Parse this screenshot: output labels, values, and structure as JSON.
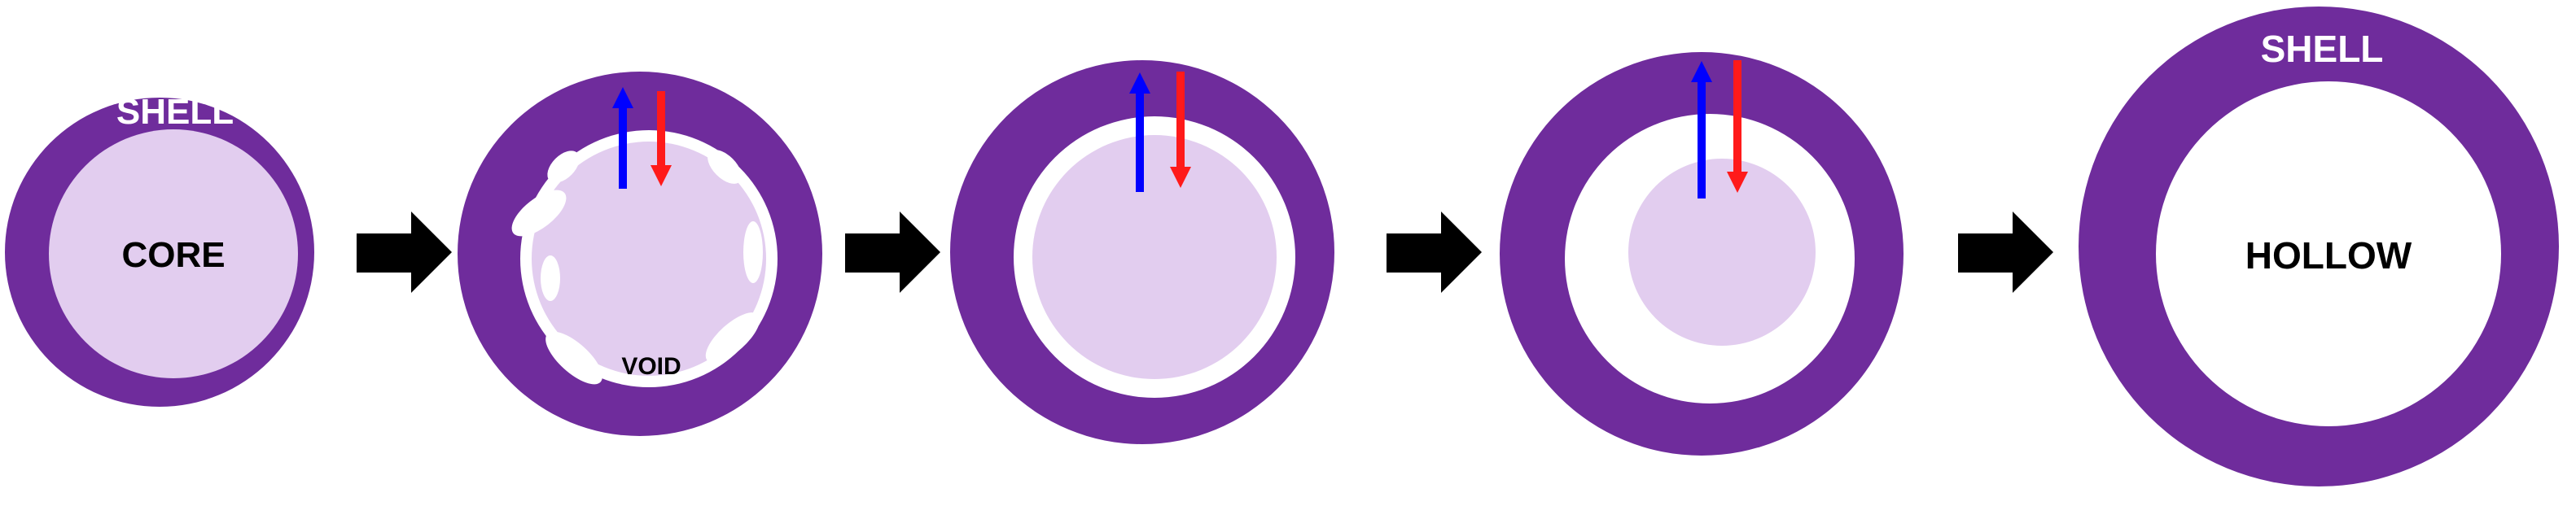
{
  "labels": {
    "shell_left": "SHELL",
    "core": "CORE",
    "void": "VOID",
    "shell_right": "SHELL",
    "hollow": "HOLLOW"
  },
  "colors": {
    "shell": "#6f2c9c",
    "core": "#e2cdef",
    "hollow": "#ffffff",
    "arrow": "#000000",
    "inward_flux": "#0000ff",
    "outward_flux": "#ff1a1a",
    "label_on_shell": "#ffffff",
    "label_on_core": "#000000"
  },
  "stages": [
    {
      "name": "core-shell"
    },
    {
      "name": "void-formation"
    },
    {
      "name": "gap-growth"
    },
    {
      "name": "core-shrinking"
    },
    {
      "name": "hollow-shell"
    }
  ]
}
